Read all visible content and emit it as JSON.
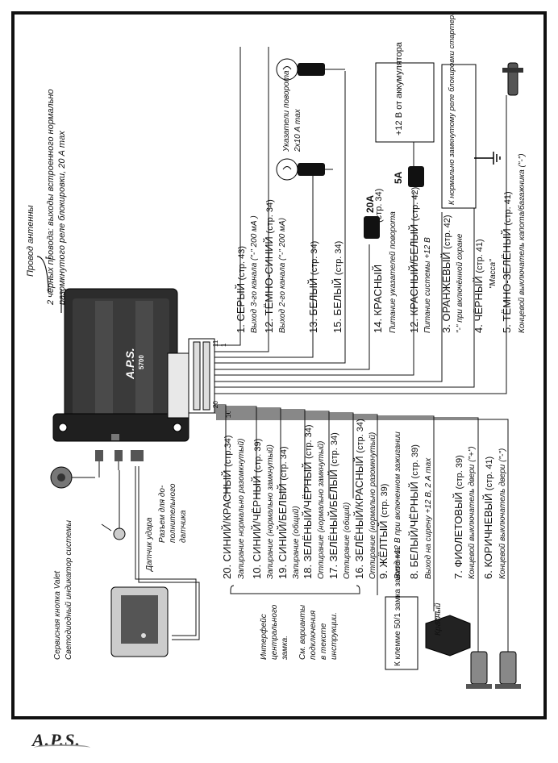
{
  "left_labels": {
    "antenna": "Провод антенны",
    "black_wires": "2 чёрных провода: выходы встроенного нормально",
    "black_wires_2": "разомкнутого реле блокировки, 20 А max",
    "valet": "Сервисная кнопка Valet",
    "led": "Светодиодный индикатор системы",
    "aux_connector": "Разъем для до-",
    "aux_connector_2": "полнительного",
    "aux_connector_3": "датчика",
    "shock_sensor": "Датчик удара"
  },
  "unit": {
    "logo": "A.P.S.",
    "model": "5700",
    "pin_top": "20",
    "pin_top_right": "11",
    "pin_bottom": "10",
    "pin_bottom_right": "1"
  },
  "wires": [
    {
      "label": "1. СЕРЫЙ",
      "ref": "(стр. 43)",
      "note": "Выход 3-го канала (\"-\" 200 мА )"
    },
    {
      "label": "12. ТЁМНО-СИНИЙ",
      "ref": "(стр. 34)",
      "note": "Выход 2-го канала (\"-\" 200 мА)"
    },
    {
      "label": "13. БЕЛЫЙ",
      "ref": "(стр. 34)",
      "note": ""
    },
    {
      "label": "15. БЕЛЫЙ",
      "ref": "(стр. 34)",
      "note": ""
    },
    {
      "label": "14. КРАСНЫЙ",
      "ref": "(стр. 34)",
      "note": "Питание указателей поворота"
    },
    {
      "label": "12. КРАСНЫЙ/БЕЛЫЙ",
      "ref": "(стр. 42)",
      "note": "Питание системы +12 В"
    },
    {
      "label": "3. ОРАНЖЕВЫЙ",
      "ref": "(стр. 42)",
      "note": "\"-\" при включённой охране"
    },
    {
      "label": "4. ЧЁРНЫЙ",
      "ref": "(стр. 41)",
      "note": "\"Масса\""
    },
    {
      "label": "5. ТЁМНО-ЗЕЛЁНЫЙ",
      "ref": "(стр. 41)",
      "note": "Концевой выключатель капота/багажника (\"-\")"
    }
  ],
  "wires_left": [
    {
      "label": "20. СИНИЙ/КРАСНЫЙ",
      "ref": "(стр.34)",
      "note": "Запирание нормально разомкнутый)"
    },
    {
      "label": "10. СИНИЙ/ЧЁРНЫЙ",
      "ref": "(стр. 39)",
      "note": "Запирание (нормально замкнутый)"
    },
    {
      "label": "19. СИНИЙ/БЕЛЫЙ",
      "ref": "(стр. 34)",
      "note": "Запирание (общий)"
    },
    {
      "label": "18. ЗЕЛЁНЫЙ/ЧЁРНЫЙ",
      "ref": "(стр. 34)",
      "note": "Отпирание (нормально замкнутый)"
    },
    {
      "label": "17. ЗЕЛЁНЫЙ/БЕЛЫЙ",
      "ref": "(стр. 34)",
      "note": "Отпирание (общий)"
    },
    {
      "label": "16. ЗЕЛЁНЫЙ/КРАСНЫЙ",
      "ref": "(стр. 34)",
      "note": "Отпирание (нормально разомкнутый)"
    },
    {
      "label": "9. ЖЁЛТЫЙ",
      "ref": "(стр. 39)",
      "note": "Вход +12 В при включенном зажигании"
    },
    {
      "label": "8. БЕЛЫЙ/ЧЁРНЫЙ",
      "ref": "(стр. 39)",
      "note": "Выход на сирену +12 В, 2 А max"
    },
    {
      "label": "7. ФИОЛЕТОВЫЙ",
      "ref": "(стр. 39)",
      "note": "Концевой выключатель двери (\"+\")"
    },
    {
      "label": "6. КОРИЧНЕВЫЙ",
      "ref": "(стр. 41)",
      "note": "Концевой выключатель двери (\"-\")"
    }
  ],
  "boxes": {
    "battery": "+12 В от аккумулятора",
    "starter": "К нормально замкнутому реле блокировки стартера (см. схему)",
    "ignition": "К клемме 50/1 замка зажигания"
  },
  "fuses": {
    "f20": "20А",
    "f5": "5А"
  },
  "lamps": {
    "title": "Указатели поворота",
    "spec": "2х10 А max"
  },
  "interface": [
    "Интерфейс",
    "центрального",
    "замка.",
    "См. варианты",
    "подключения",
    "в тексте",
    "инструкции."
  ],
  "siren_label": "Красный",
  "footer_logo": "A.P.S."
}
